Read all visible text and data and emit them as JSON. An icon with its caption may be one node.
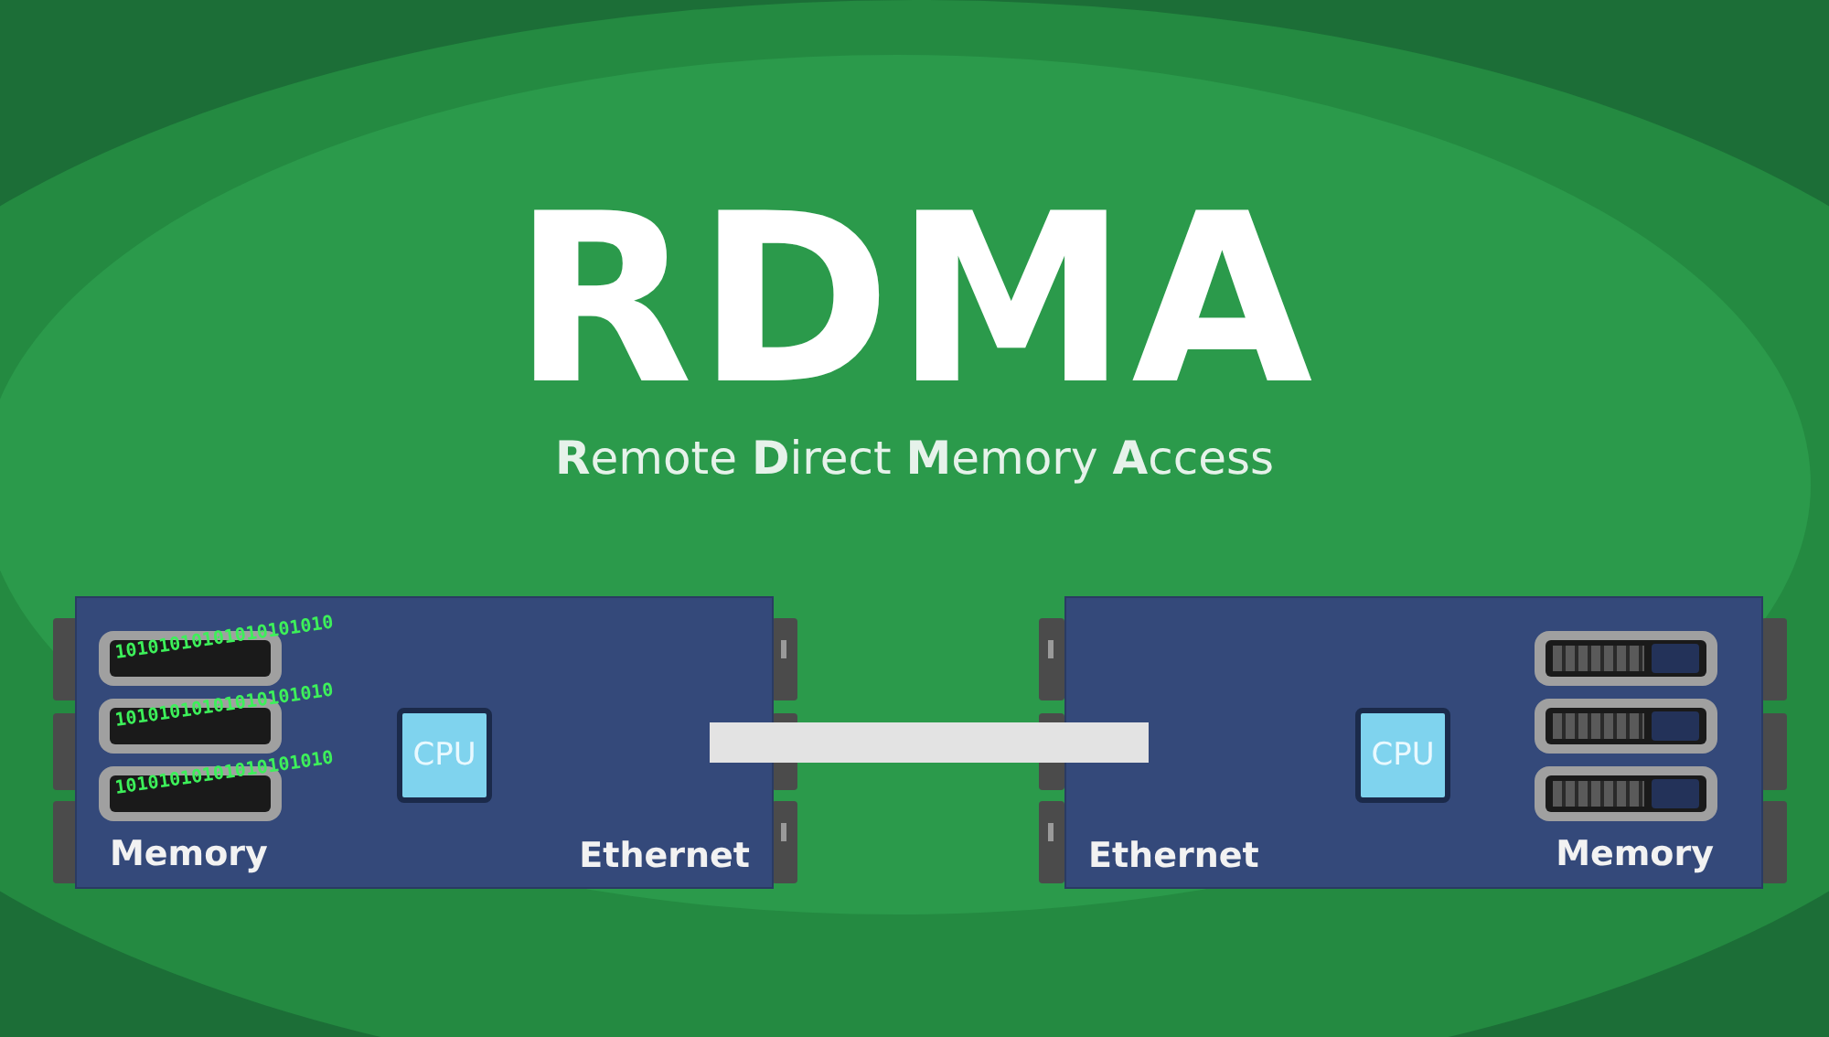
{
  "diagram": {
    "title": "RDMA",
    "nodes": [
      {
        "text": [],
        "shape": "box"
      },
      {
        "text": [
          "Memory"
        ],
        "in": 0
      },
      {
        "text": [
          "CPU"
        ],
        "in": 0
      },
      {
        "text": [
          "Ethernet"
        ],
        "in": 0
      },
      {
        "text": [],
        "shape": "box"
      },
      {
        "text": [
          "Ethernet"
        ],
        "in": 4
      },
      {
        "text": [
          "CPU"
        ],
        "in": 4
      },
      {
        "text": [
          "Memory"
        ],
        "in": 4
      }
    ],
    "edges": [
      {
        "from": 3,
        "to": 5,
        "arrow": "none"
      }
    ],
    "labels": [
      "**R**emote **D**irect **M**emory **A**ccess",
      "10101010101010101010",
      "10101010101010101010",
      "10101010101010101010"
    ]
  }
}
